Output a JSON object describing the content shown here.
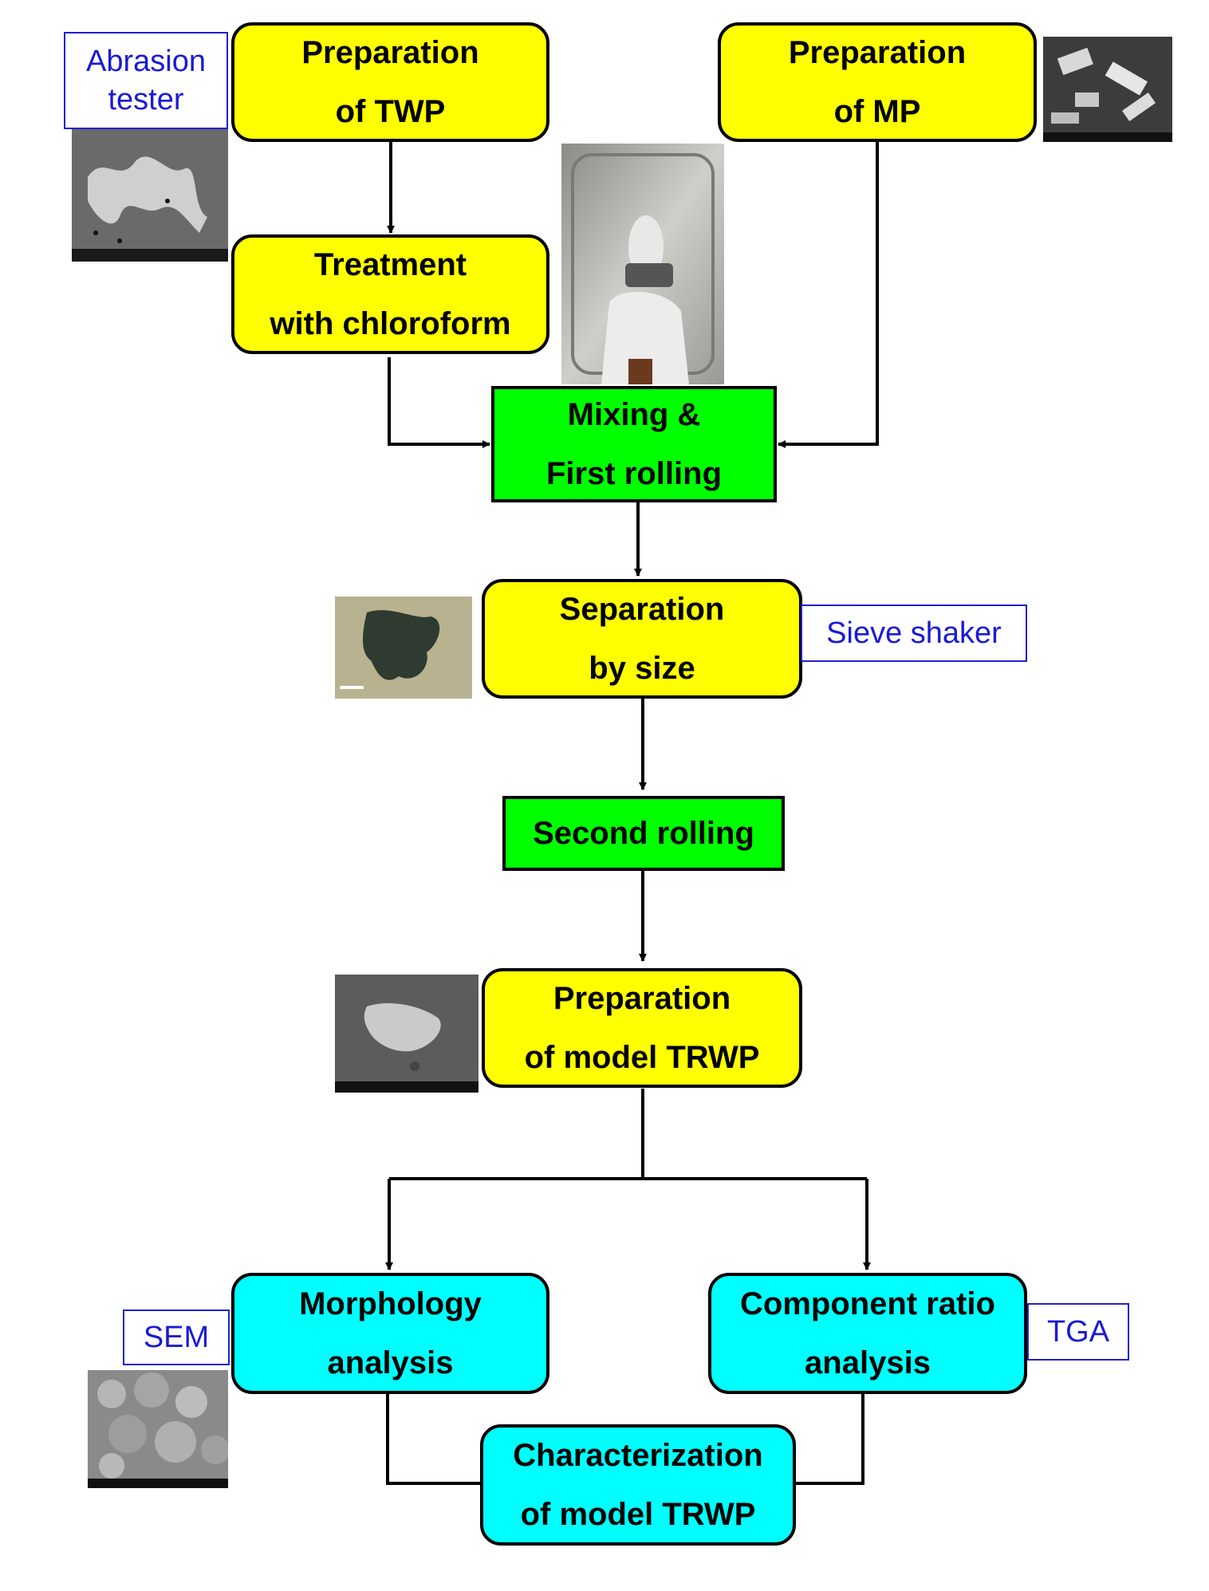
{
  "flow": {
    "prep_twp": [
      "Preparation",
      "of TWP"
    ],
    "prep_mp": [
      "Preparation",
      "of MP"
    ],
    "treatment": [
      "Treatment",
      "with chloroform"
    ],
    "mixing": [
      "Mixing &",
      "First rolling"
    ],
    "separation": [
      "Separation",
      "by size"
    ],
    "second_rolling": "Second rolling",
    "prep_model": [
      "Preparation",
      "of model TRWP"
    ],
    "morphology": [
      "Morphology",
      "analysis"
    ],
    "component": [
      "Component ratio",
      "analysis"
    ],
    "characterization": [
      "Characterization",
      "of model TRWP"
    ]
  },
  "tags": {
    "abrasion": [
      "Abrasion",
      "tester"
    ],
    "sieve": "Sieve shaker",
    "sem": "SEM",
    "tga": "TGA"
  },
  "colors": {
    "process_box": "#ffff00",
    "rolling_box": "#00ff00",
    "analysis_box": "#00ffff",
    "tag_text": "#1a1ad6"
  }
}
